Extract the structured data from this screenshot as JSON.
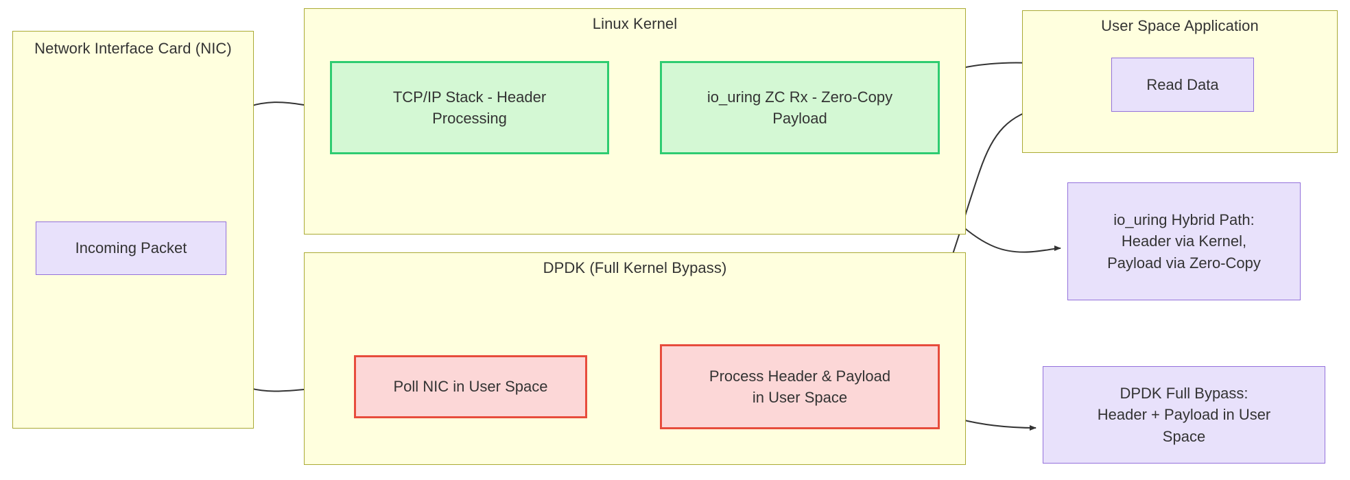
{
  "diagram": {
    "title": "io_uring zero-copy receive vs DPDK kernel bypass packet path",
    "background": "#ffffff",
    "colors": {
      "cluster_fill": "#ffffde",
      "cluster_stroke": "#aaaa33",
      "purple_fill": "#e8e1fb",
      "purple_stroke": "#9370db",
      "green_fill": "#d4f8d4",
      "green_stroke": "#2ecc71",
      "red_fill": "#fcd7d7",
      "red_stroke": "#e74c3c",
      "edge_stroke": "#333333",
      "text": "#333333"
    }
  },
  "clusters": {
    "nic": {
      "title": "Network Interface Card\n(NIC)",
      "title_line1": "Network Interface Card",
      "title_line2": "(NIC)"
    },
    "kernel": {
      "title": "Linux Kernel"
    },
    "dpdk": {
      "title": "DPDK (Full Kernel Bypass)"
    },
    "userspace": {
      "title": "User Space Application"
    }
  },
  "nodes": {
    "incoming_packet": {
      "label": "Incoming Packet",
      "lines": [
        "Incoming Packet"
      ],
      "shape": "rect",
      "style": "purple"
    },
    "tcpip_stack": {
      "label": "TCP/IP Stack - Header Processing",
      "lines": [
        "TCP/IP Stack - Header",
        "Processing"
      ],
      "shape": "rect",
      "style": "green"
    },
    "io_uring_zc": {
      "label": "io_uring ZC Rx - Zero-Copy Payload",
      "lines": [
        "io_uring ZC Rx - Zero-Copy",
        "Payload"
      ],
      "shape": "rect",
      "style": "green"
    },
    "read_data": {
      "label": "Read Data",
      "lines": [
        "Read Data"
      ],
      "shape": "rect",
      "style": "purple"
    },
    "hybrid_path": {
      "label": "io_uring Hybrid Path: Header via Kernel, Payload via Zero-Copy",
      "lines": [
        "io_uring Hybrid Path:",
        "Header via Kernel,",
        "Payload via Zero-Copy"
      ],
      "shape": "rect",
      "style": "purple"
    },
    "poll_nic": {
      "label": "Poll NIC in User Space",
      "lines": [
        "Poll NIC in User Space"
      ],
      "shape": "rect",
      "style": "red"
    },
    "process_header_payload": {
      "label": "Process Header & Payload in User Space",
      "lines": [
        "Process Header & Payload",
        "in User Space"
      ],
      "shape": "rect",
      "style": "red"
    },
    "dpdk_full_bypass": {
      "label": "DPDK Full Bypass: Header + Payload in User Space",
      "lines": [
        "DPDK Full Bypass:",
        "Header + Payload in User",
        "Space"
      ],
      "shape": "rect",
      "style": "purple"
    }
  },
  "edges": [
    {
      "from": "incoming_packet",
      "to": "tcpip_stack",
      "label": "",
      "arrow": "end"
    },
    {
      "from": "incoming_packet",
      "to": "poll_nic",
      "label": "",
      "arrow": "end"
    },
    {
      "from": "tcpip_stack",
      "to": "io_uring_zc",
      "label": "",
      "arrow": "end"
    },
    {
      "from": "io_uring_zc",
      "to": "read_data",
      "label": "",
      "arrow": "end"
    },
    {
      "from": "io_uring_zc",
      "to": "hybrid_path",
      "label": "",
      "arrow": "end"
    },
    {
      "from": "poll_nic",
      "to": "process_header_payload",
      "label": "",
      "arrow": "end"
    },
    {
      "from": "process_header_payload",
      "to": "read_data",
      "label": "",
      "arrow": "end"
    },
    {
      "from": "process_header_payload",
      "to": "dpdk_full_bypass",
      "label": "",
      "arrow": "end"
    }
  ]
}
